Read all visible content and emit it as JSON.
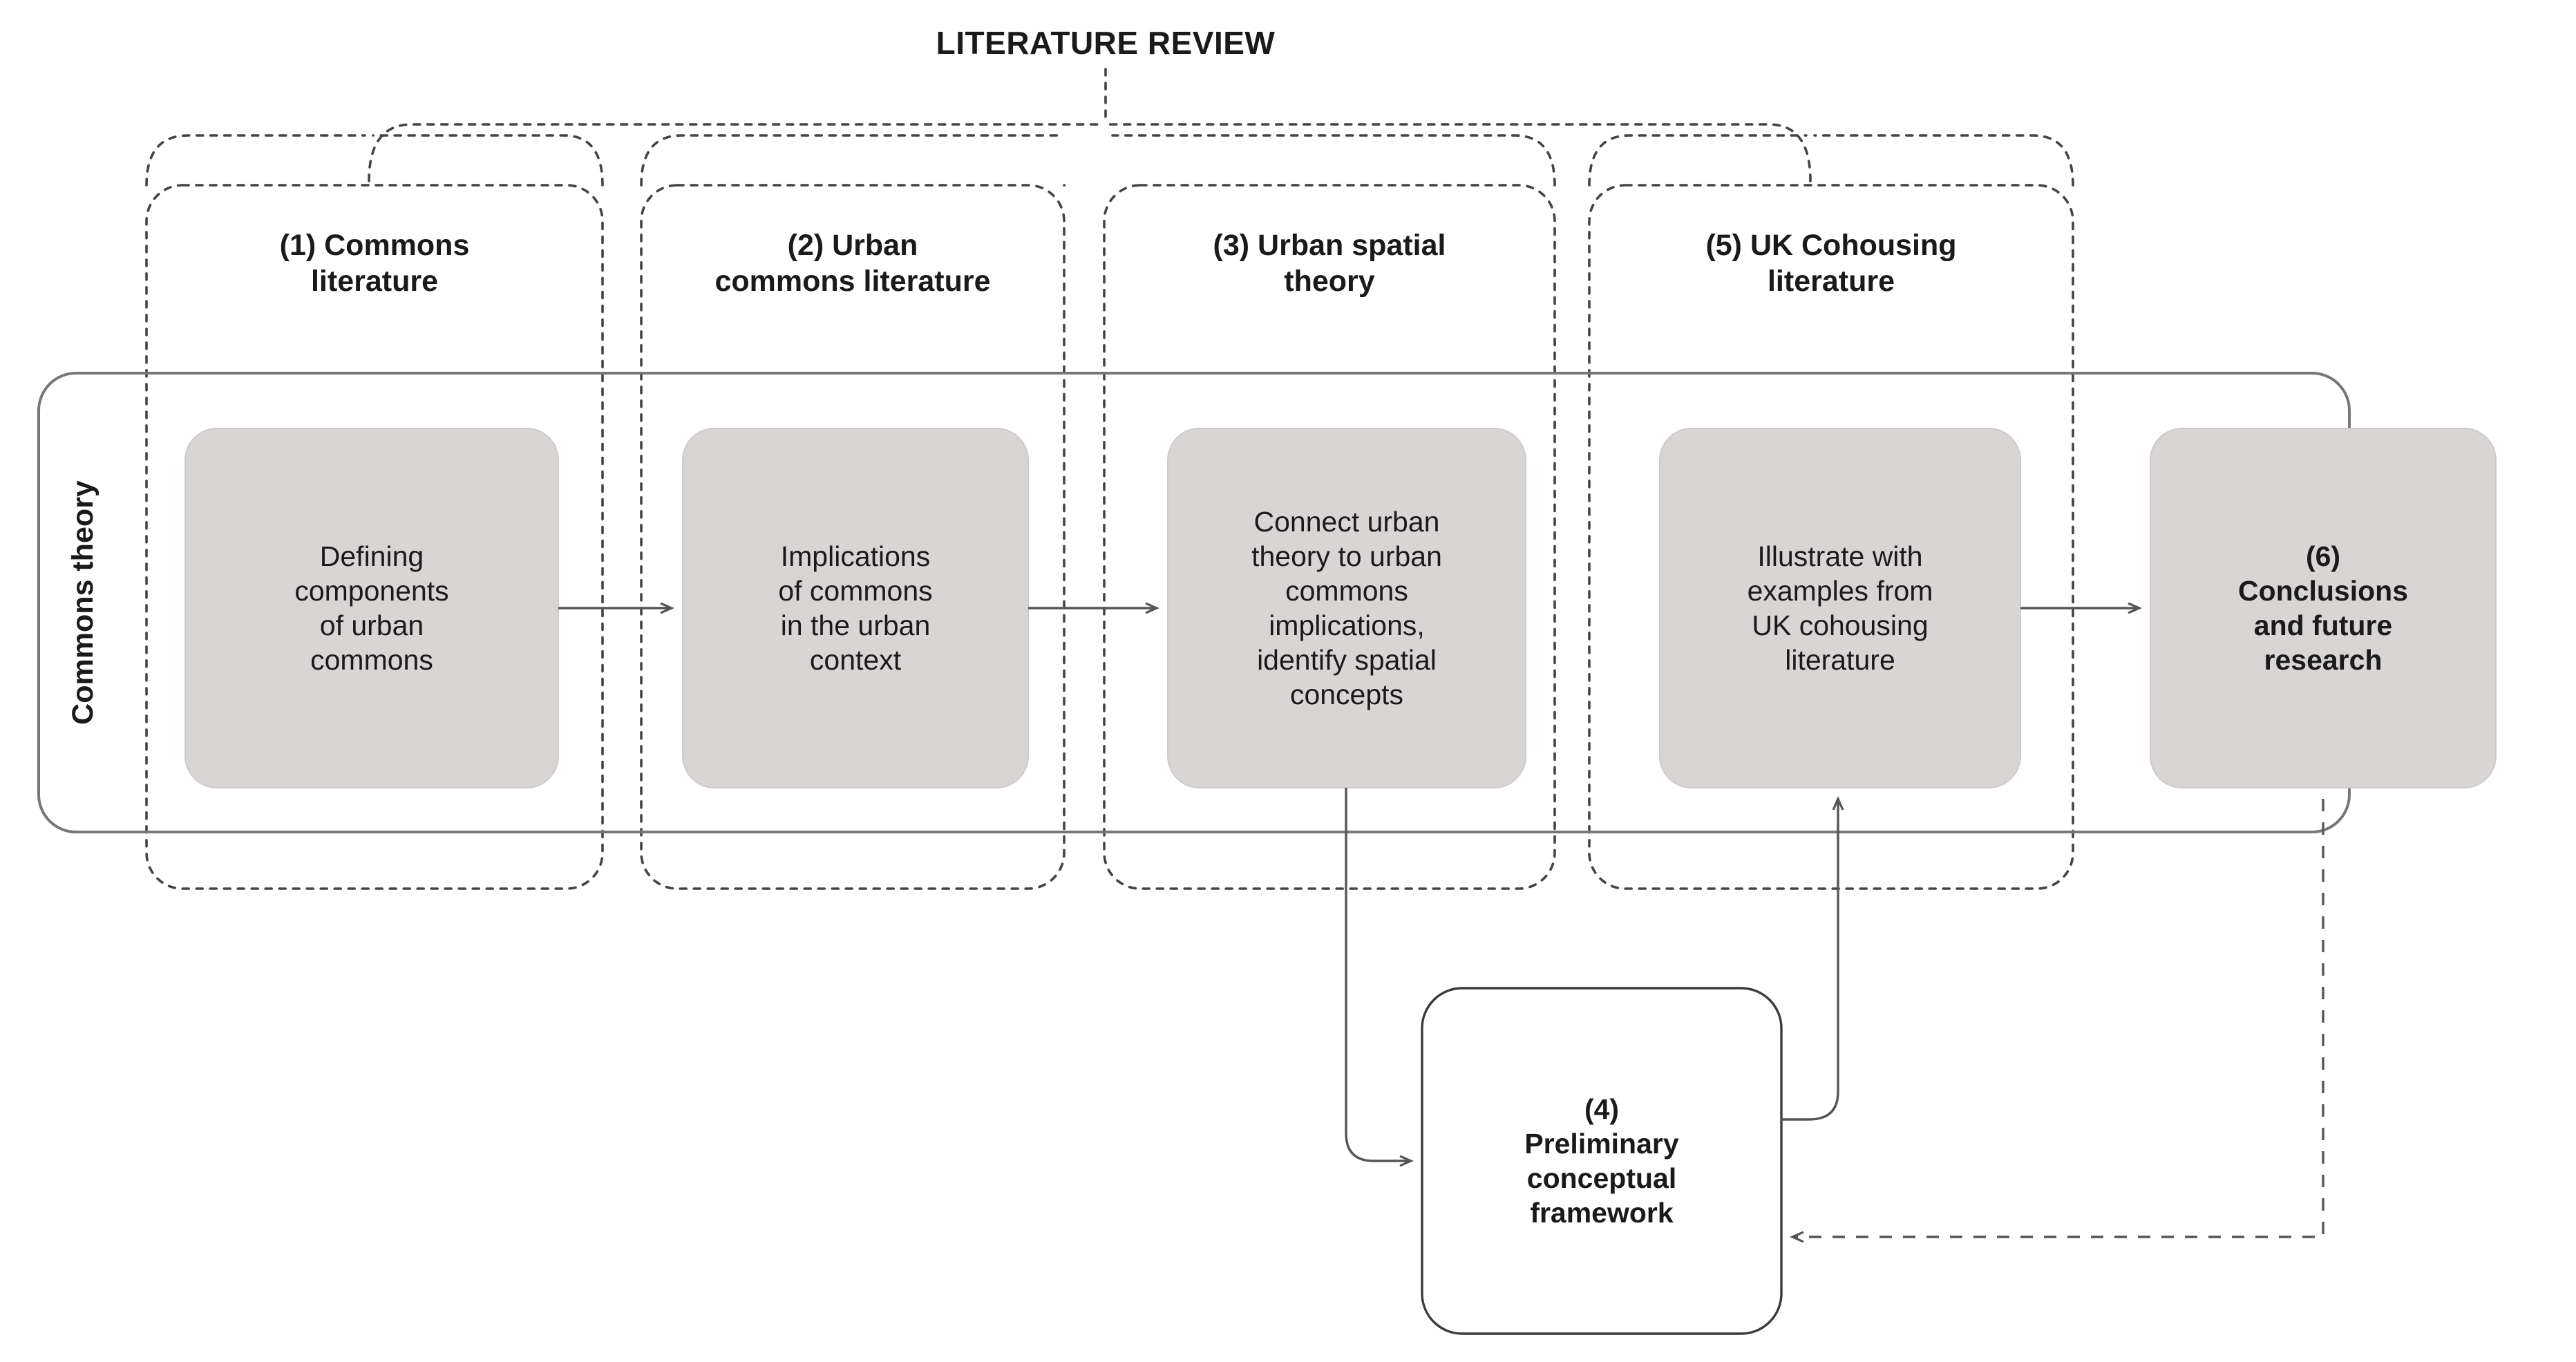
{
  "diagram": {
    "title": "LITERATURE REVIEW",
    "side_label": "Commons theory",
    "colors": {
      "node_fill": "#d9d5d5",
      "node_stroke": "#cfcaca",
      "group_stroke": "#777777",
      "dashed_stroke": "#444444",
      "connector_stroke": "#555555",
      "text": "#1a1a1a",
      "background": "#ffffff"
    },
    "column_groups": [
      {
        "id": "g1",
        "label": "(1) Commons\nliterature"
      },
      {
        "id": "g2",
        "label": "(2) Urban\ncommons literature"
      },
      {
        "id": "g3",
        "label": "(3) Urban spatial\ntheory"
      },
      {
        "id": "g5",
        "label": "(5) UK Cohousing\nliterature"
      }
    ],
    "nodes": [
      {
        "id": "n1",
        "text": "Defining\ncomponents\nof urban\ncommons",
        "style": "filled",
        "bold": false
      },
      {
        "id": "n2",
        "text": "Implications\nof commons\nin the urban\ncontext",
        "style": "filled",
        "bold": false
      },
      {
        "id": "n3",
        "text": "Connect urban\ntheory to urban\ncommons\nimplications,\nidentify spatial\nconcepts",
        "style": "filled",
        "bold": false
      },
      {
        "id": "n5",
        "text": "Illustrate with\nexamples from\nUK cohousing\nliterature",
        "style": "filled",
        "bold": false
      },
      {
        "id": "n6",
        "text": "(6)\nConclusions\nand future\nresearch",
        "style": "filled",
        "bold": true
      },
      {
        "id": "n4",
        "text": "(4)\nPreliminary\nconceptual\nframework",
        "style": "outlined",
        "bold": true
      }
    ],
    "edges": [
      {
        "from": "n1",
        "to": "n2",
        "style": "solid",
        "direction": "right"
      },
      {
        "from": "n2",
        "to": "n3",
        "style": "solid",
        "direction": "right"
      },
      {
        "from": "n3",
        "to": "n4",
        "style": "solid",
        "direction": "down-right"
      },
      {
        "from": "n4",
        "to": "n5",
        "style": "solid",
        "direction": "up-right"
      },
      {
        "from": "n5",
        "to": "n6",
        "style": "solid",
        "direction": "right"
      },
      {
        "from": "n6",
        "to": "n4",
        "style": "dashed",
        "direction": "down-left"
      }
    ]
  }
}
